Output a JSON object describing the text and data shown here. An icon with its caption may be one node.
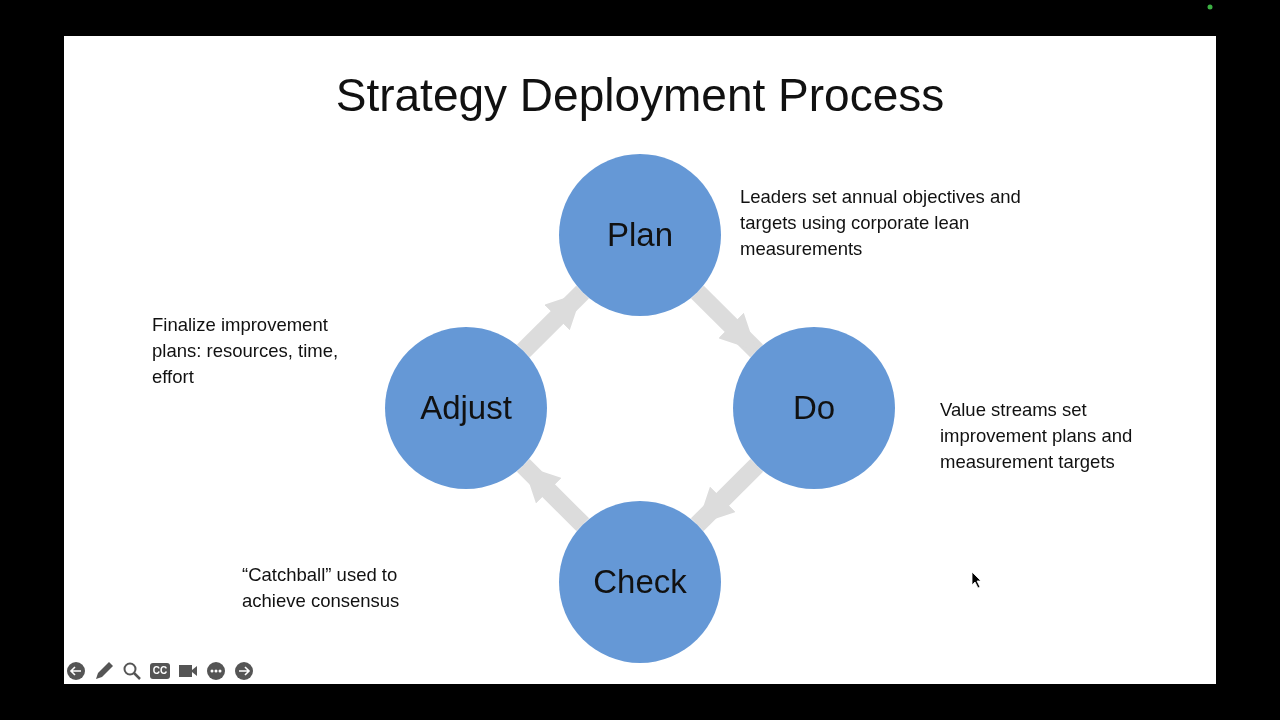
{
  "diagram": {
    "title": "Strategy Deployment Process",
    "nodes": [
      {
        "text": [
          "Plan"
        ],
        "beside": [
          "Leaders set annual objectives and targets using corporate lean measurements"
        ]
      },
      {
        "text": [
          "Do"
        ],
        "beside": [
          "Value streams set improvement plans and measurement targets"
        ]
      },
      {
        "text": [
          "Check"
        ]
      },
      {
        "text": [
          "Adjust"
        ],
        "beside": [
          "Finalize improvement plans: resources, time, effort"
        ]
      }
    ],
    "edges": [
      {
        "from": 0,
        "to": 1,
        "arrow": "to"
      },
      {
        "from": 1,
        "to": 2,
        "arrow": "to"
      },
      {
        "from": 2,
        "to": 3,
        "arrow": "to"
      },
      {
        "from": 3,
        "to": 0,
        "arrow": "to"
      }
    ],
    "labels": [
      "“Catchball” used to achieve consensus",
      "CC"
    ]
  }
}
